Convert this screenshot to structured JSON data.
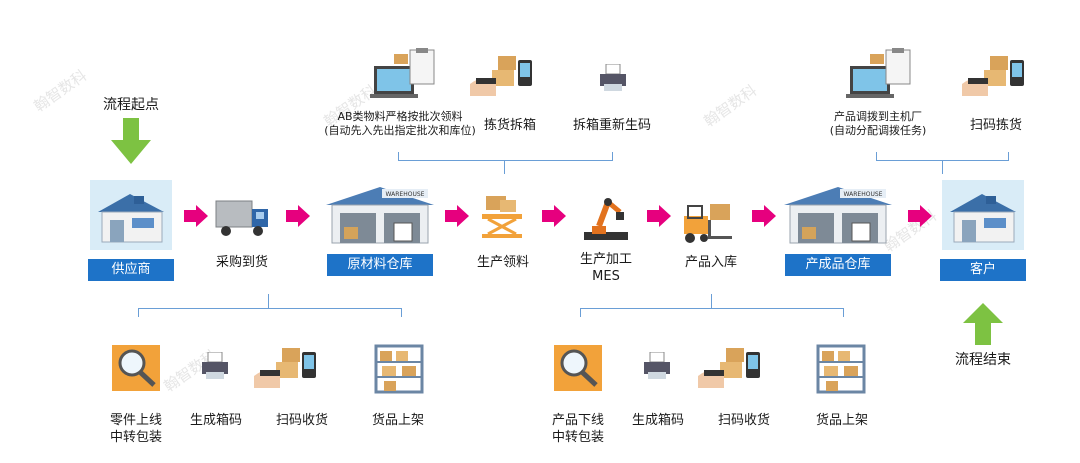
{
  "start": {
    "label": "流程起点"
  },
  "end": {
    "label": "流程结束"
  },
  "main_flow": [
    {
      "id": "supplier",
      "label": "供应商",
      "highlight": true
    },
    {
      "id": "purchase",
      "label": "采购到货",
      "highlight": false
    },
    {
      "id": "raw-warehouse",
      "label": "原材料仓库",
      "highlight": true
    },
    {
      "id": "issue",
      "label": "生产领料",
      "highlight": false
    },
    {
      "id": "process",
      "label": "生产加工",
      "sublabel": "MES",
      "highlight": false
    },
    {
      "id": "storage",
      "label": "产品入库",
      "highlight": false
    },
    {
      "id": "finished-warehouse",
      "label": "产成品仓库",
      "highlight": true
    },
    {
      "id": "customer",
      "label": "客户",
      "highlight": true
    }
  ],
  "warehouse_sign": "WAREHOUSE",
  "top_left_steps": [
    {
      "line1": "AB类物料严格按批次领料",
      "line2": "(自动先入先出指定批次和库位)"
    },
    {
      "line1": "拣货拆箱"
    },
    {
      "line1": "拆箱重新生码"
    }
  ],
  "top_right_steps": [
    {
      "line1": "产品调拨到主机厂",
      "line2": "(自动分配调拨任务)"
    },
    {
      "line1": "扫码拣货"
    }
  ],
  "bottom_left_steps": [
    {
      "line1": "零件上线",
      "line2": "中转包装"
    },
    {
      "line1": "生成箱码"
    },
    {
      "line1": "扫码收货"
    },
    {
      "line1": "货品上架"
    }
  ],
  "bottom_right_steps": [
    {
      "line1": "产品下线",
      "line2": "中转包装"
    },
    {
      "line1": "生成箱码"
    },
    {
      "line1": "扫码收货"
    },
    {
      "line1": "货品上架"
    }
  ],
  "watermark": "翰智数科",
  "colors": {
    "arrow": "#e6007e",
    "label_bg": "#1e73c8",
    "bracket": "#6a9ed6",
    "start_arrow": "#7dc242"
  }
}
